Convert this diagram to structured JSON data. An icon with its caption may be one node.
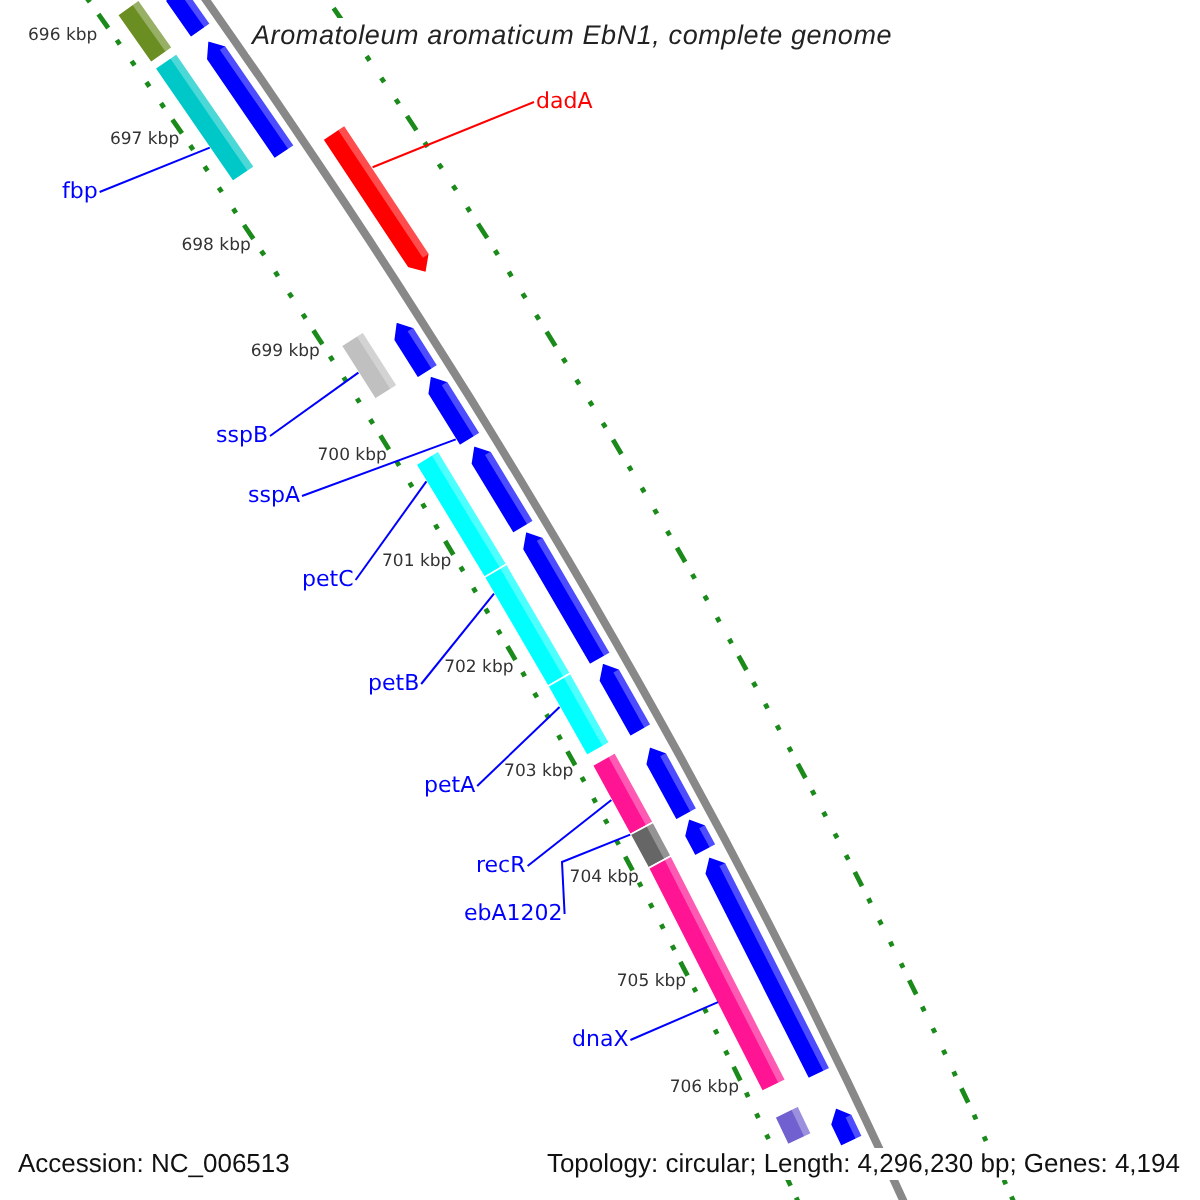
{
  "diagram": {
    "title": "Aromatoleum aromaticum EbN1, complete genome",
    "nodes": [
      {
        "text": [
          "dadA"
        ]
      },
      {
        "text": [],
        "shape": "bar"
      },
      {
        "text": [
          "fbp"
        ]
      },
      {
        "text": [],
        "shape": "bar"
      },
      {
        "text": [
          "sspB"
        ]
      },
      {
        "text": [],
        "shape": "bar"
      },
      {
        "text": [
          "sspA"
        ]
      },
      {
        "text": [],
        "shape": "bar"
      },
      {
        "text": [
          "petC"
        ]
      },
      {
        "text": [],
        "shape": "bar"
      },
      {
        "text": [
          "petB"
        ]
      },
      {
        "text": [],
        "shape": "bar"
      },
      {
        "text": [
          "petA"
        ]
      },
      {
        "text": [],
        "shape": "bar"
      },
      {
        "text": [
          "recR"
        ]
      },
      {
        "text": [],
        "shape": "bar"
      },
      {
        "text": [
          "ebA1202"
        ]
      },
      {
        "text": [],
        "shape": "bar"
      },
      {
        "text": [
          "dnaX"
        ]
      },
      {
        "text": [],
        "shape": "bar"
      },
      {
        "text": [],
        "shape": "bar"
      },
      {
        "text": [],
        "shape": "bar"
      },
      {
        "text": [],
        "shape": "bar"
      },
      {
        "text": [],
        "shape": "bar"
      },
      {
        "text": [],
        "shape": "bar"
      },
      {
        "text": [],
        "shape": "bar"
      },
      {
        "text": [],
        "shape": "bar"
      },
      {
        "text": [],
        "shape": "bar"
      },
      {
        "text": [],
        "shape": "bar"
      },
      {
        "text": [],
        "shape": "bar"
      },
      {
        "text": [],
        "shape": "bar"
      },
      {
        "text": [],
        "shape": "bar"
      }
    ],
    "edges": [
      {
        "from": 0,
        "to": 1,
        "arrow": "none",
        "color": "#ff0000"
      },
      {
        "from": 2,
        "to": 3,
        "arrow": "none"
      },
      {
        "from": 4,
        "to": 5,
        "arrow": "none"
      },
      {
        "from": 6,
        "to": 7,
        "arrow": "none"
      },
      {
        "from": 8,
        "to": 9,
        "arrow": "none"
      },
      {
        "from": 10,
        "to": 11,
        "arrow": "none"
      },
      {
        "from": 12,
        "to": 13,
        "arrow": "none"
      },
      {
        "from": 14,
        "to": 15,
        "arrow": "none"
      },
      {
        "from": 16,
        "to": 17,
        "arrow": "none"
      },
      {
        "from": 18,
        "to": 19,
        "arrow": "none"
      }
    ],
    "labels": [
      "696 kbp",
      "697 kbp",
      "698 kbp",
      "699 kbp",
      "700 kbp",
      "701 kbp",
      "702 kbp",
      "703 kbp",
      "704 kbp",
      "705 kbp",
      "706 kbp",
      "Accession: NC_006513",
      "Topology: circular; Length: 4,296,230 bp; Genes: 4,194"
    ]
  }
}
